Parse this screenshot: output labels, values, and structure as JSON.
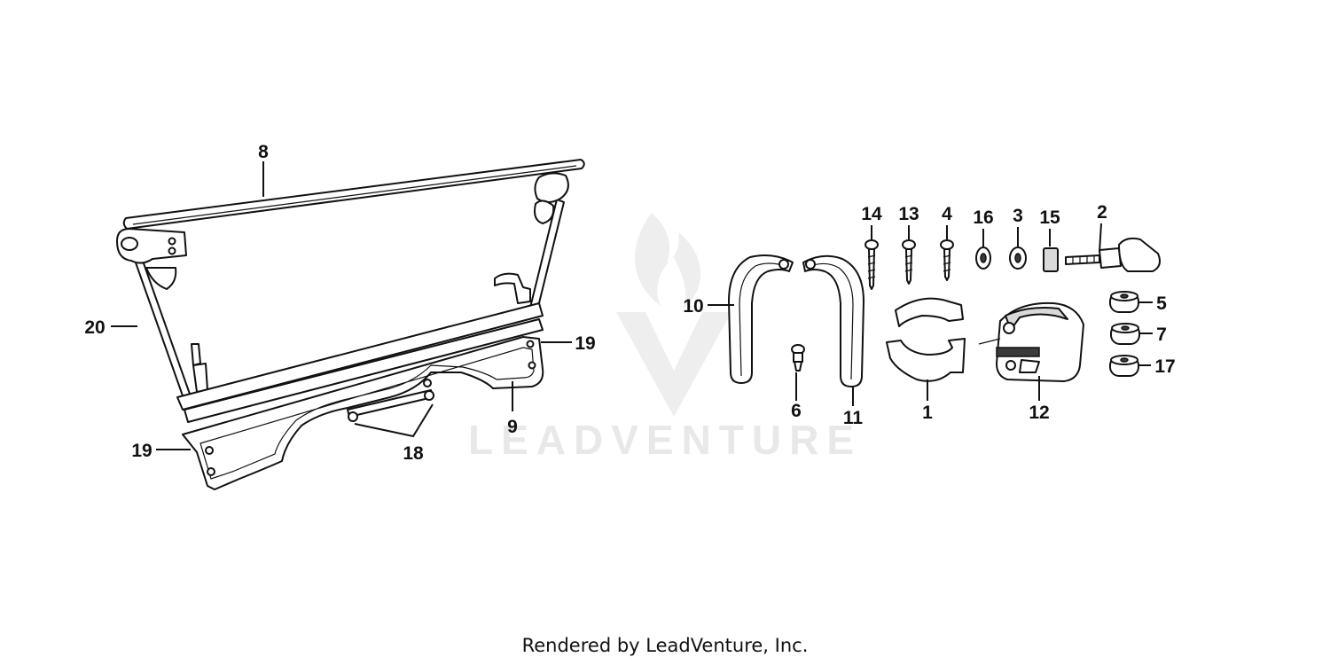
{
  "watermark": {
    "text": "LEADVENTURE"
  },
  "footer": {
    "text": "Rendered by LeadVenture, Inc."
  },
  "callouts": {
    "c1": "1",
    "c2": "2",
    "c3": "3",
    "c4": "4",
    "c5": "5",
    "c6": "6",
    "c7": "7",
    "c8": "8",
    "c9": "9",
    "c10": "10",
    "c11": "11",
    "c12": "12",
    "c13": "13",
    "c14": "14",
    "c15": "15",
    "c16": "16",
    "c17": "17",
    "c18": "18",
    "c19a": "19",
    "c19b": "19",
    "c20": "20"
  }
}
